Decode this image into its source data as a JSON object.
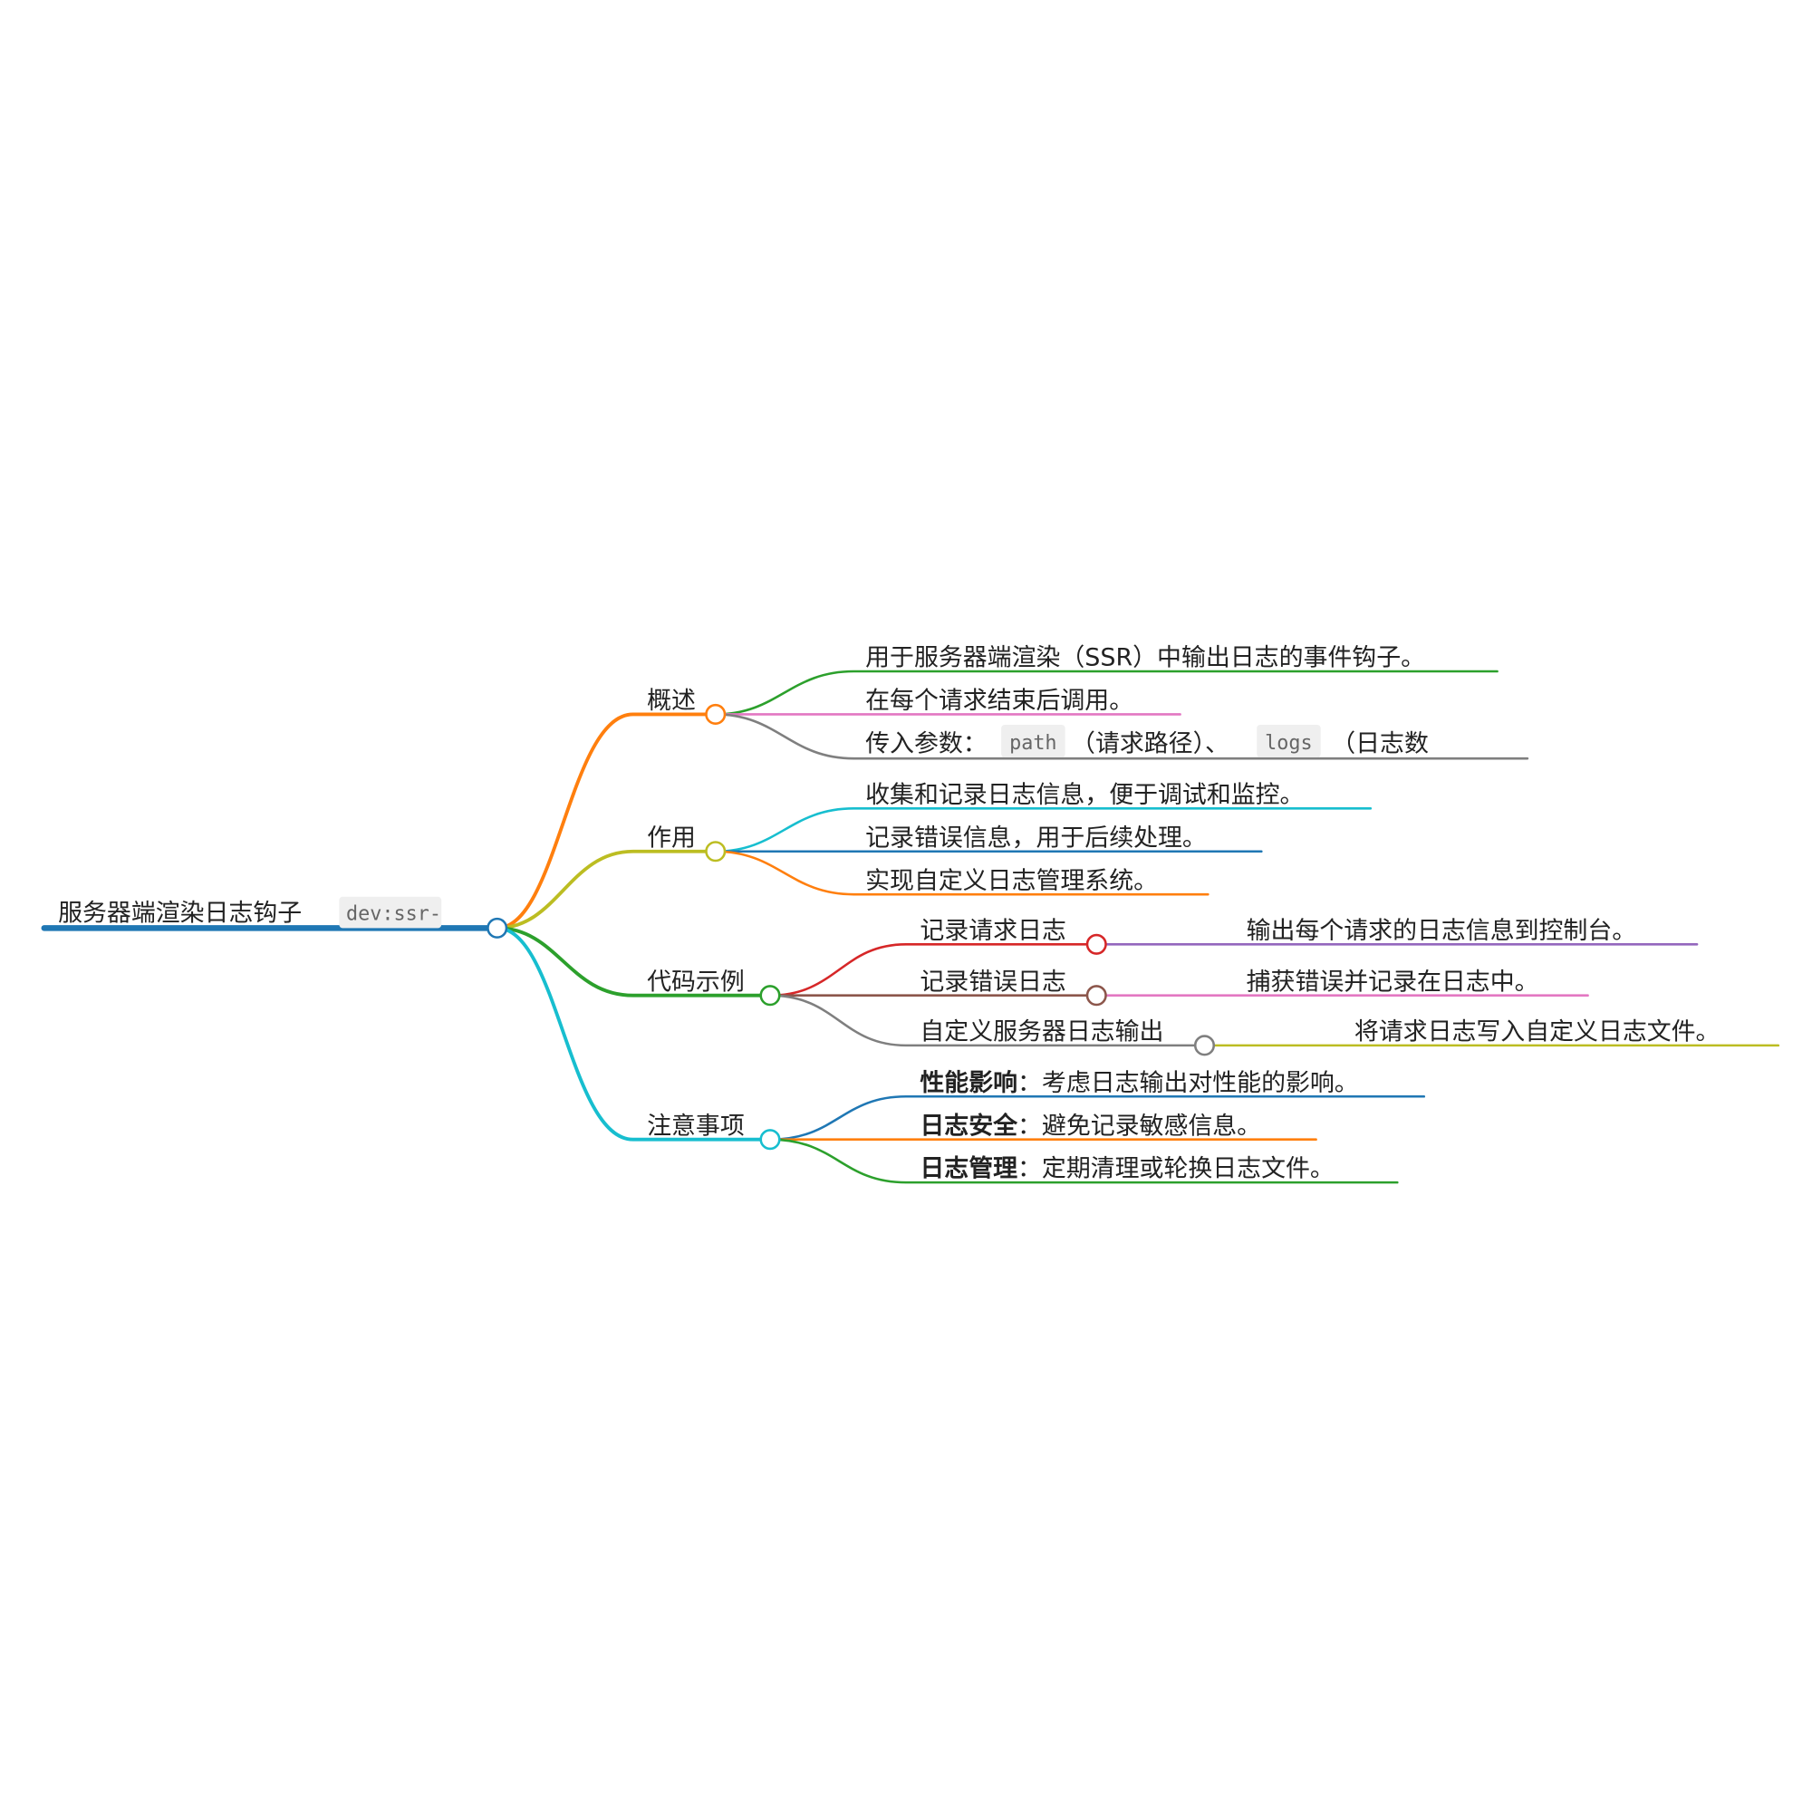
{
  "root": {
    "title": "服务器端渲染日志钩子",
    "code": "dev:ssr-",
    "color": "#1f77b4"
  },
  "branches": {
    "overview": {
      "label": "概述",
      "items": [
        "用于服务器端渲染（SSR）中输出日志的事件钩子。",
        "在每个请求结束后调用。"
      ],
      "params": {
        "prefix": "传入参数：",
        "code1": "path",
        "mid": "（请求路径）、",
        "code2": "logs",
        "suffix": "（日志数"
      }
    },
    "purpose": {
      "label": "作用",
      "items": [
        "收集和记录日志信息，便于调试和监控。",
        "记录错误信息，用于后续处理。",
        "实现自定义日志管理系统。"
      ]
    },
    "examples": {
      "label": "代码示例",
      "items": [
        {
          "label": "记录请求日志",
          "detail": "输出每个请求的日志信息到控制台。"
        },
        {
          "label": "记录错误日志",
          "detail": "捕获错误并记录在日志中。"
        },
        {
          "label": "自定义服务器日志输出",
          "detail": "将请求日志写入自定义日志文件。"
        }
      ]
    },
    "notes": {
      "label": "注意事项",
      "items": [
        {
          "key": "性能影响",
          "text": "：考虑日志输出对性能的影响。"
        },
        {
          "key": "日志安全",
          "text": "：避免记录敏感信息。"
        },
        {
          "key": "日志管理",
          "text": "：定期清理或轮换日志文件。"
        }
      ]
    }
  },
  "colors": {
    "orange": "#ff7f0e",
    "olive": "#bcbd22",
    "green": "#2ca02c",
    "cyan": "#17becf",
    "pink": "#e377c2",
    "grey": "#7f7f7f",
    "blue": "#1f77b4",
    "red": "#d62728",
    "brown": "#8c564b",
    "purple": "#9467bd"
  }
}
